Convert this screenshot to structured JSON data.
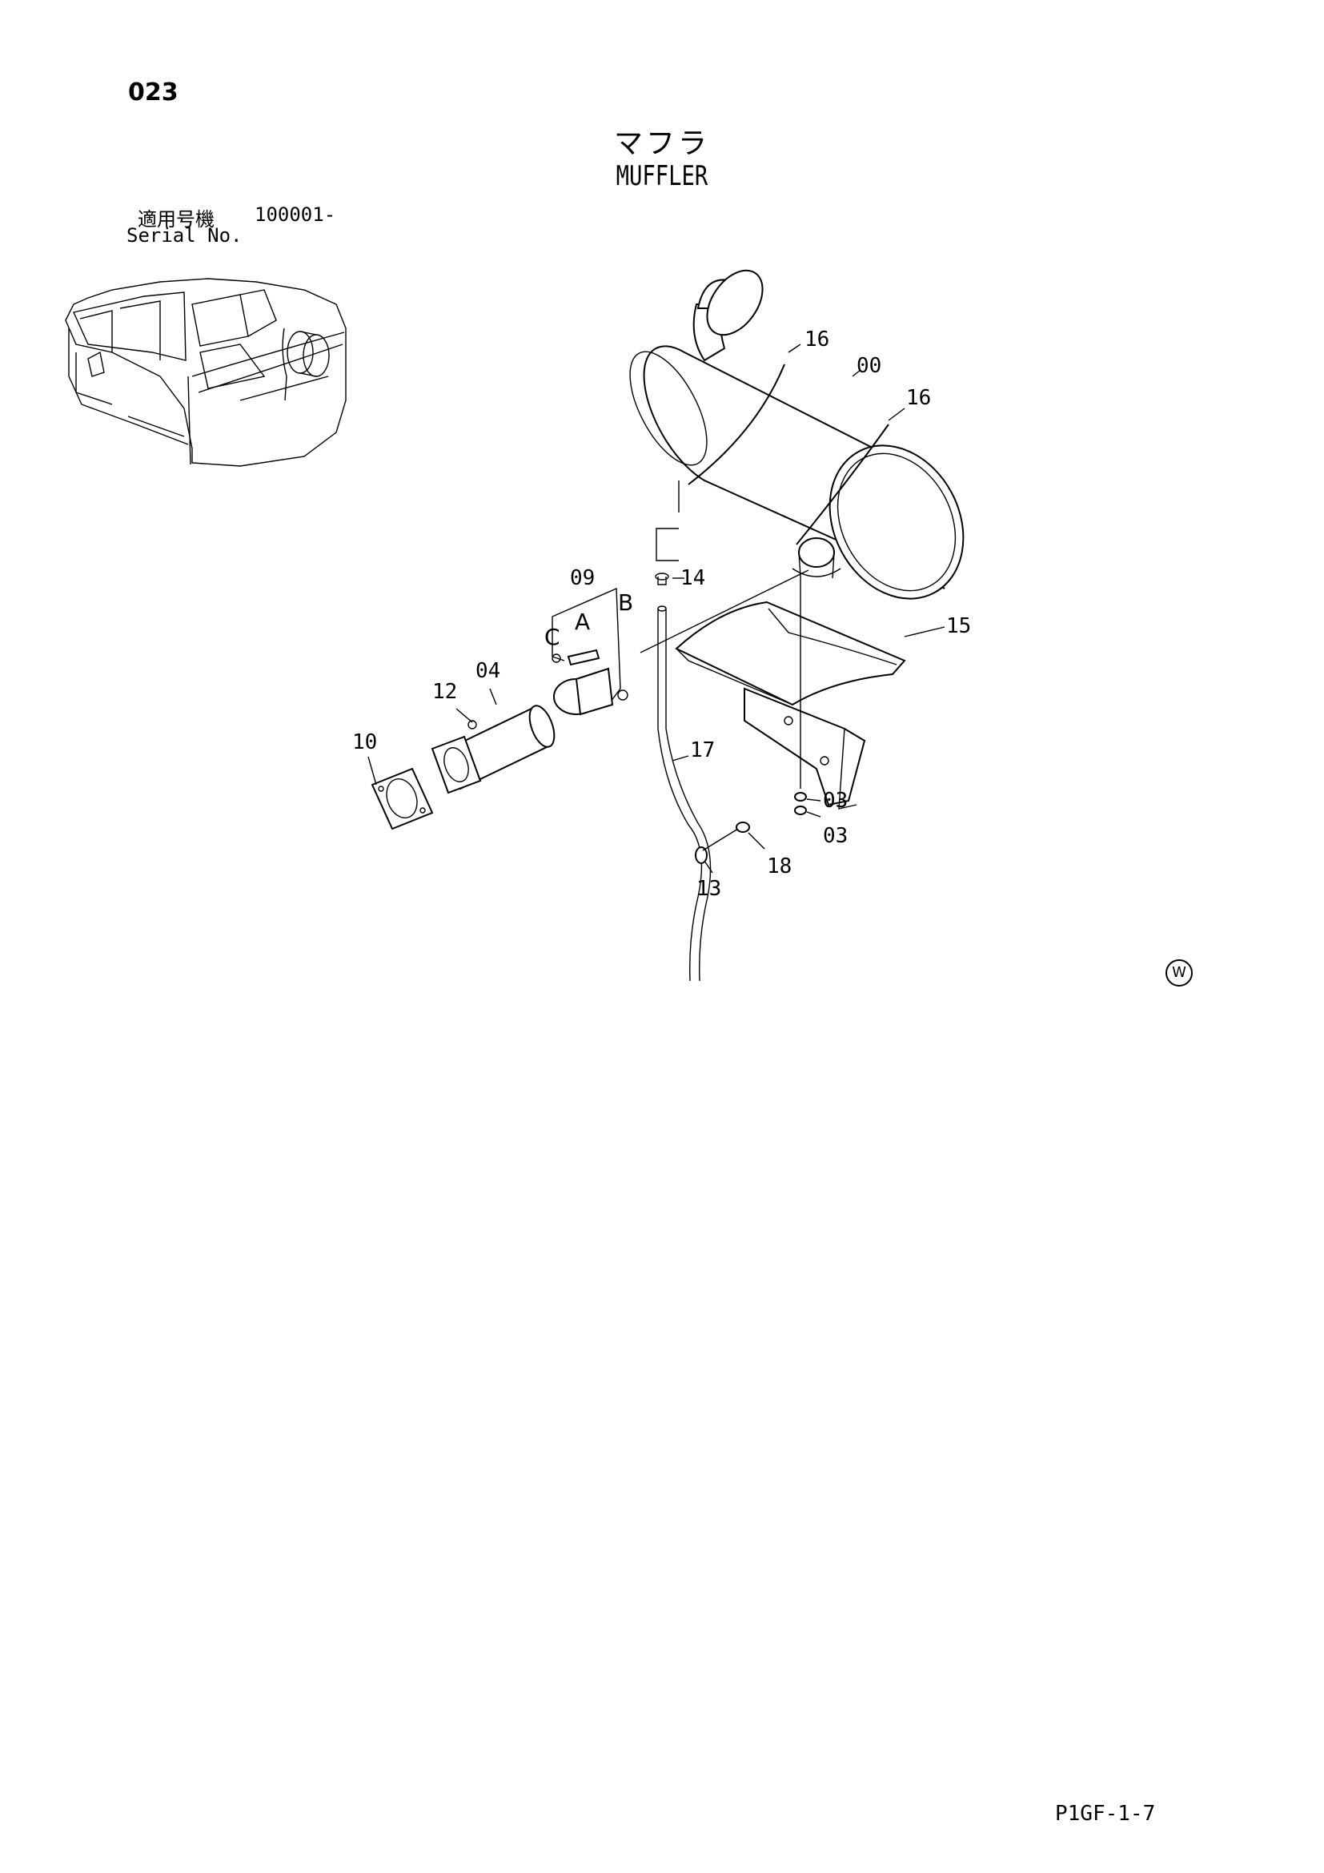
{
  "page": {
    "number": "023",
    "title_ja": "マフラ",
    "title_en": "MUFFLER",
    "serial_label_ja": "適用号機",
    "serial_range": "100001-",
    "serial_label_en": "Serial No.",
    "watermark": "W",
    "footer_code": "P1GF-1-7"
  },
  "diagram": {
    "callouts": [
      "16",
      "00",
      "16",
      "09",
      "14",
      "B",
      "A",
      "C",
      "15",
      "04",
      "12",
      "10",
      "17",
      "03",
      "03",
      "18",
      "13"
    ]
  }
}
